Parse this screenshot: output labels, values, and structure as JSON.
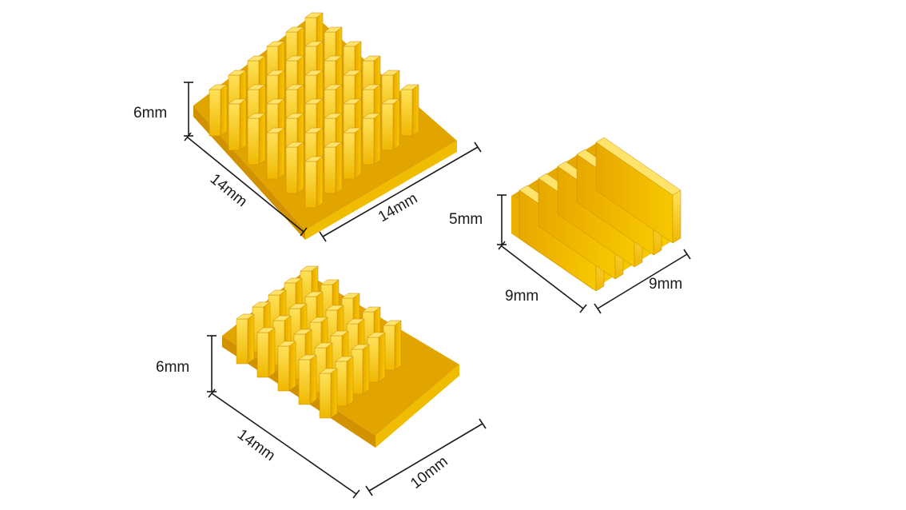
{
  "image": {
    "subject": "three gold aluminum heatsinks with dimension callouts",
    "colors": {
      "fin_front": "#F2C200",
      "fin_side": "#E0A600",
      "fin_top": "#FFE36A",
      "base": "#E8B400",
      "shadow": "#C88A00",
      "line": "#1a1a1a",
      "background": "#ffffff"
    }
  },
  "heatsinks": [
    {
      "name": "heatsink-large-pin",
      "labels": {
        "height": "6mm",
        "depth": "14mm",
        "width": "14mm"
      }
    },
    {
      "name": "heatsink-small-fin",
      "labels": {
        "height": "5mm",
        "depth": "9mm",
        "width": "9mm"
      }
    },
    {
      "name": "heatsink-medium-pin",
      "labels": {
        "height": "6mm",
        "depth": "14mm",
        "width": "10mm"
      }
    }
  ]
}
